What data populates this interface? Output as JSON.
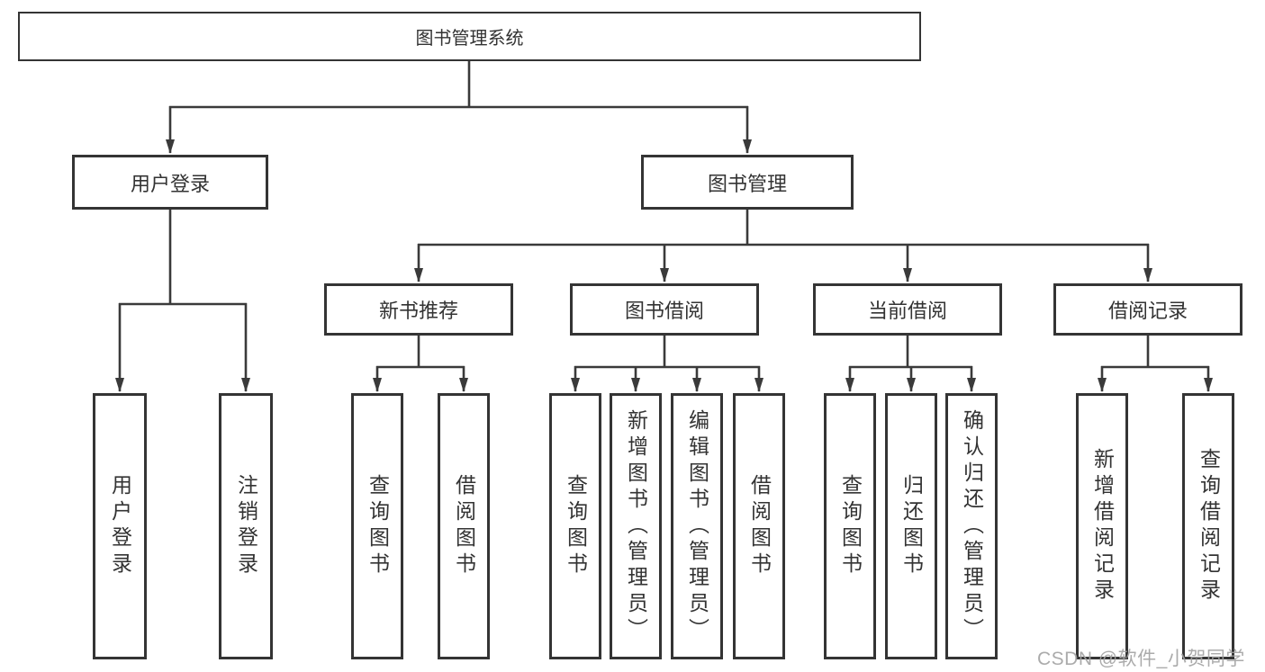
{
  "diagram_title": "图书管理系统",
  "watermark": "CSDN @软件_小贺同学",
  "colors": {
    "line": "#3a3a3a",
    "box_border": "#343434",
    "box_fill": "#ffffff",
    "text": "#333333",
    "watermark": "#a3a3a3"
  },
  "nodes": {
    "root": {
      "label": "图书管理系统",
      "level": 1,
      "parent": null
    },
    "user_login": {
      "label": "用户登录",
      "level": 2,
      "parent": "root"
    },
    "book_mgmt": {
      "label": "图书管理",
      "level": 2,
      "parent": "root"
    },
    "new_book_rec": {
      "label": "新书推荐",
      "level": 3,
      "parent": "book_mgmt"
    },
    "book_borrow": {
      "label": "图书借阅",
      "level": 3,
      "parent": "book_mgmt"
    },
    "current_borrow": {
      "label": "当前借阅",
      "level": 3,
      "parent": "book_mgmt"
    },
    "borrow_records": {
      "label": "借阅记录",
      "level": 3,
      "parent": "book_mgmt"
    },
    "ul_login": {
      "label": "用户登录",
      "level": 4,
      "parent": "user_login"
    },
    "ul_logout": {
      "label": "注销登录",
      "level": 4,
      "parent": "user_login"
    },
    "nb_query": {
      "label": "查询图书",
      "level": 4,
      "parent": "new_book_rec"
    },
    "nb_borrow": {
      "label": "借阅图书",
      "level": 4,
      "parent": "new_book_rec"
    },
    "bb_query": {
      "label": "查询图书",
      "level": 4,
      "parent": "book_borrow"
    },
    "bb_add": {
      "label": "新增图书（管理员）",
      "level": 4,
      "parent": "book_borrow"
    },
    "bb_edit": {
      "label": "编辑图书（管理员）",
      "level": 4,
      "parent": "book_borrow"
    },
    "bb_borrow": {
      "label": "借阅图书",
      "level": 4,
      "parent": "book_borrow"
    },
    "cb_query": {
      "label": "查询图书",
      "level": 4,
      "parent": "current_borrow"
    },
    "cb_return": {
      "label": "归还图书",
      "level": 4,
      "parent": "current_borrow"
    },
    "cb_confirm": {
      "label": "确认归还（管理员）",
      "level": 4,
      "parent": "current_borrow"
    },
    "br_add": {
      "label": "新增借阅记录",
      "level": 4,
      "parent": "borrow_records"
    },
    "br_query": {
      "label": "查询借阅记录",
      "level": 4,
      "parent": "borrow_records"
    }
  }
}
